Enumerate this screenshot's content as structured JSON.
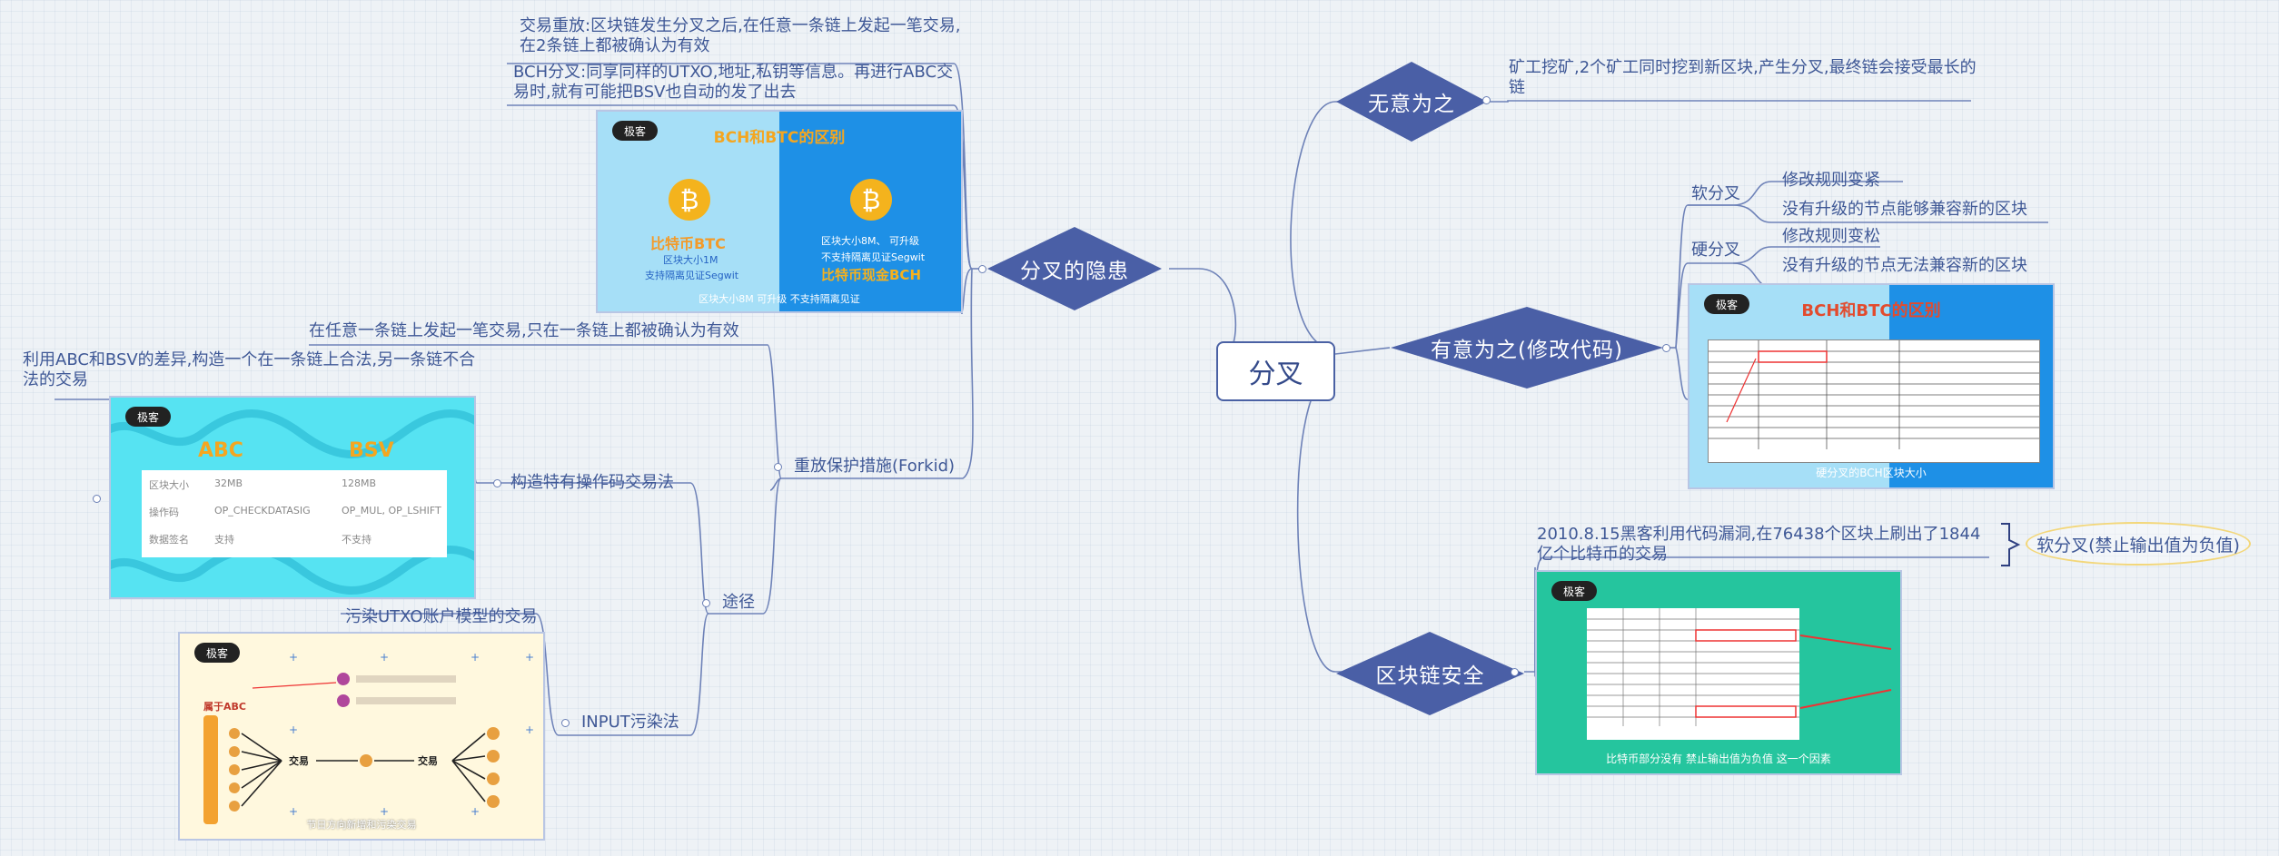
{
  "root": {
    "label": "分叉"
  },
  "right": {
    "unintentional": {
      "label": "无意为之",
      "note": "矿工挖矿,2个矿工同时挖到新区块,产生分叉,最终链会接受最长的链"
    },
    "intentional": {
      "label": "有意为之(修改代码)",
      "soft_fork": {
        "label": "软分叉",
        "items": [
          "修改规则变紧",
          "没有升级的节点能够兼容新的区块"
        ]
      },
      "hard_fork": {
        "label": "硬分叉",
        "items": [
          "修改规则变松",
          "没有升级的节点无法兼容新的区块"
        ]
      },
      "image": {
        "title": "BCH和BTC的区别",
        "caption": "硬分叉的BCH区块大小"
      }
    },
    "security": {
      "label": "区块链安全",
      "note": "2010.8.15黑客利用代码漏洞,在76438个区块上刷出了1844亿个比特币的交易",
      "summary": "软分叉(禁止输出值为负值)",
      "image": {
        "caption": "比特币部分没有  禁止输出值为负值  这一个因素"
      }
    }
  },
  "left": {
    "hidden_danger": {
      "label": "分叉的隐患",
      "replay_note": "交易重放:区块链发生分叉之后,在任意一条链上发起一笔交易,在2条链上都被确认为有效",
      "bch_note": "BCH分叉:同享同样的UTXO,地址,私钥等信息。再进行ABC交易时,就有可能把BSV也自动的发了出去",
      "image": {
        "title": "BCH和BTC的区别",
        "btc_title": "比特币BTC",
        "btc_line1": "区块大小1M",
        "btc_line2": "支持隔离见证Segwit",
        "bch_line1": "区块大小8M、 可升级",
        "bch_line2": "不支持隔离见证Segwit",
        "bch_title": "比特币现金BCH",
        "caption": "区块大小8M  可升级  不支持隔离见证"
      }
    },
    "replay_protection": {
      "label": "重放保护措施(Forkid)",
      "note": "在任意一条链上发起一笔交易,只在一条链上都被确认为有效"
    },
    "approach": {
      "label": "途径"
    },
    "opcode": {
      "label": "构造特有操作码交易法",
      "note": "利用ABC和BSV的差异,构造一个在一条链上合法,另一条链不合法的交易",
      "image": {
        "abc": "ABC",
        "bsv": "BSV",
        "rows": [
          [
            "区块大小",
            "32MB",
            "128MB"
          ],
          [
            "操作码",
            "OP_CHECKDATASIG",
            "OP_MUL, OP_LSHIFT"
          ],
          [
            "数据签名",
            "支持",
            "不支持"
          ]
        ]
      }
    },
    "input_pollution": {
      "label": "INPUT污染法",
      "note": "污染UTXO账户模型的交易",
      "image": {
        "label_abc": "属于ABC",
        "label_tx1": "交易",
        "label_tx2": "交易",
        "caption": "节日方向新增和污染交易"
      }
    }
  },
  "logo_text": "极客",
  "colors": {
    "diamond": "#4a5fa6",
    "line": "#6e82b8",
    "text": "#3f5896",
    "image_light_blue": "#a6dff7",
    "image_blue": "#1e90e6",
    "image_cyan": "#56e3f2",
    "image_cream": "#fff8de",
    "image_teal": "#25c59e",
    "bracket": "#2e3f80",
    "ellipse": "#f3d77a"
  }
}
